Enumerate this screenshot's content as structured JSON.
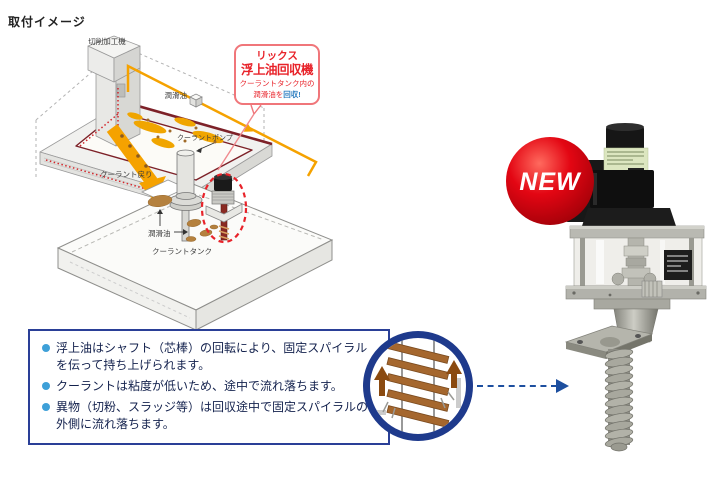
{
  "diagram": {
    "title": "取付イメージ",
    "labels": {
      "machine": "切削加工機",
      "lubricant_supply": "潤滑油",
      "coolant_pump": "クーラントポンプ",
      "coolant_return": "クーラント戻り",
      "floating_oil": "潤滑油",
      "coolant_tank": "クーラントタンク"
    },
    "callout": {
      "brand": "リックス",
      "product_name": "浮上油回収機",
      "description_line1": "クーラントタンク内の",
      "description_line2_text": "潤滑油を",
      "description_line2_highlight": "回収!"
    }
  },
  "explanation_box": {
    "bullets": [
      "浮上油はシャフト（芯棒）の回転により、固定スパイラルを伝って持ち上げられます。",
      "クーラントは粘度が低いため、途中で流れ落ちます。",
      "異物（切粉、スラッジ等）は回収途中で固定スパイラルの外側に流れ落ちます。"
    ]
  },
  "product": {
    "badge": "NEW"
  },
  "colors": {
    "accent_red": "#e8232a",
    "accent_orange": "#f5a200",
    "navy": "#1e3a8c",
    "bullet_blue": "#3ea0d8",
    "badge_red": "#d80010"
  }
}
